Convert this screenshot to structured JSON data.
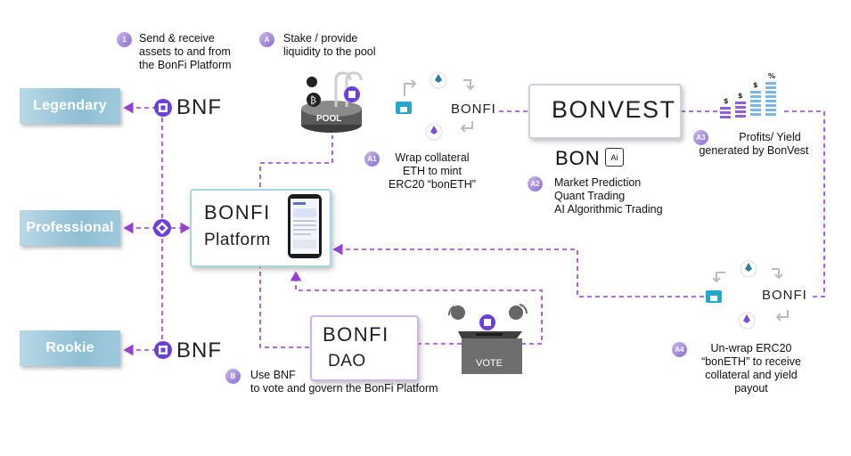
{
  "tiers": [
    "Legendary",
    "Professional",
    "Rookie"
  ],
  "bnf_token": "BNF",
  "steps": {
    "s1": {
      "badge": "1",
      "text": [
        "Send & receive",
        "assets to and from",
        "the BonFi Platform"
      ]
    },
    "sA": {
      "badge": "A",
      "text": [
        "Stake / provide",
        "liquidity to the pool"
      ]
    },
    "sA1": {
      "badge": "A1",
      "text": [
        "Wrap collateral",
        "ETH to mint",
        "ERC20 “bonETH”"
      ]
    },
    "sA2": {
      "badge": "A2",
      "text": [
        "Market Prediction",
        "Quant Trading",
        "AI Algorithmic Trading"
      ]
    },
    "sA3": {
      "badge": "A3",
      "text": [
        "Profits/ Yield",
        "generated by BonVest"
      ]
    },
    "sA4": {
      "badge": "A4",
      "text": [
        "Un-wrap  ERC20",
        "“bonETH” to receive",
        "collateral  and  yield",
        "payout"
      ]
    },
    "sB": {
      "badge": "B",
      "text": [
        "Use BNF",
        "to vote and govern the BonFi Platform"
      ]
    }
  },
  "platform": {
    "brand": "BONFI",
    "sub": "Platform"
  },
  "dao": {
    "brand": "BONFI",
    "sub": "DAO"
  },
  "bonvest": {
    "brand": "BONVEST"
  },
  "bonai": {
    "brand": "BON",
    "tag": "Ai"
  },
  "bonfi_small": "BONFI",
  "pool_label": "POOL",
  "vote_label": "VOTE",
  "colors": {
    "dash": "#9a3fd3",
    "accent": "#7a4fd8",
    "tier": "#9cc8db"
  }
}
